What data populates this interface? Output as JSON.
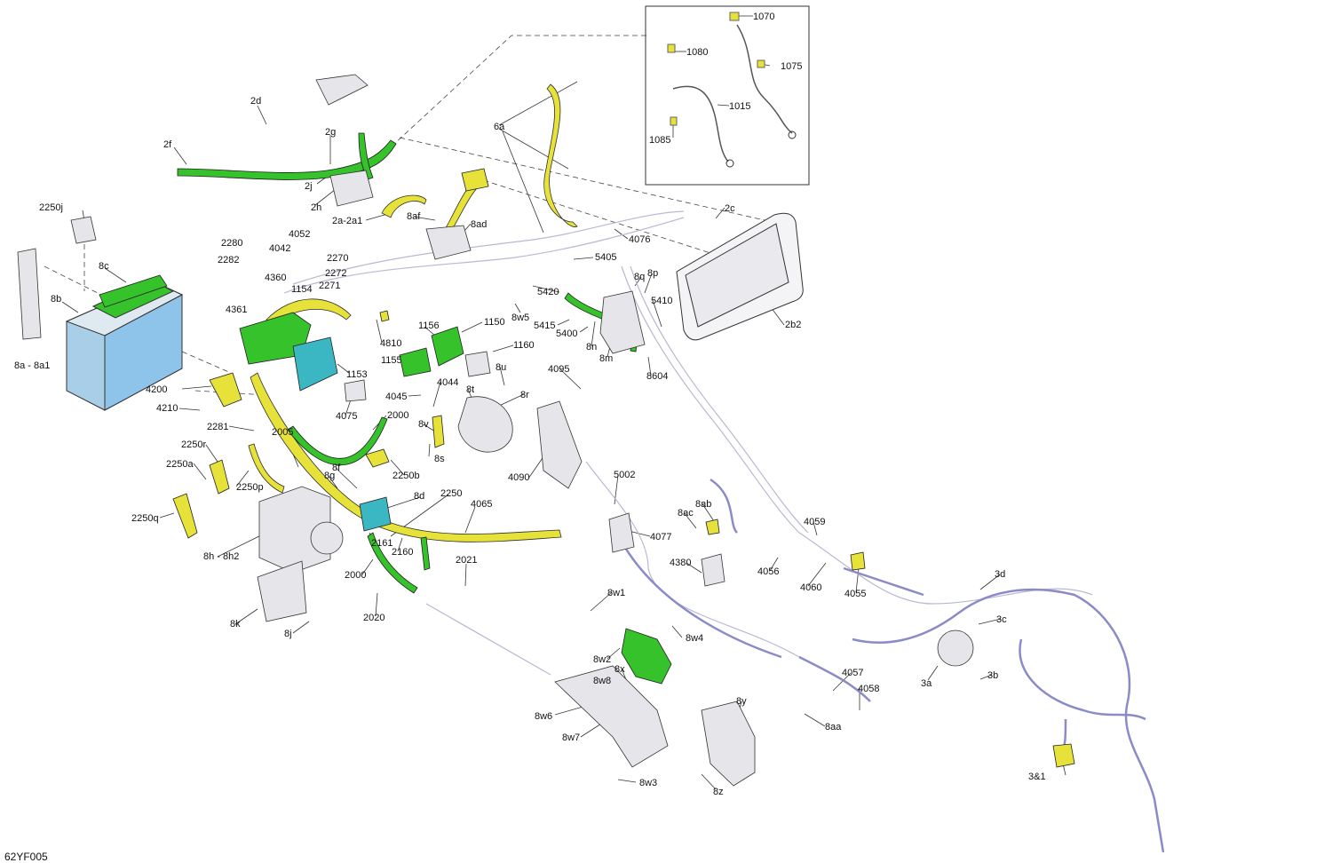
{
  "drawing_id": "62YF005",
  "colors": {
    "green": "#35c22a",
    "yellow": "#e7e23a",
    "blue": "#8fc4ea",
    "teal": "#3bb7c4",
    "harness": "#8a8bc7",
    "line": "#333333"
  },
  "callouts": [
    "2d",
    "2f",
    "2g",
    "2j",
    "2h",
    "2250j",
    "8c",
    "8b",
    "8a - 8a1",
    "2280",
    "2282",
    "4052",
    "4042",
    "2270",
    "2272",
    "2271",
    "4360",
    "1154",
    "4361",
    "8af",
    "2a-2a1",
    "8ad",
    "6a",
    "1070",
    "1080",
    "1075",
    "1015",
    "1085",
    "2c",
    "4076",
    "5405",
    "5420",
    "8w5",
    "8q",
    "8p",
    "5410",
    "5415",
    "5400",
    "8n",
    "8m",
    "8604",
    "2b2",
    "4810",
    "1156",
    "1150",
    "1155",
    "1160",
    "1153",
    "4045",
    "4044",
    "8u",
    "8t",
    "8r",
    "4095",
    "4075",
    "2000",
    "4200",
    "4210",
    "2281",
    "2005",
    "8v",
    "2250r",
    "2250a",
    "2250b",
    "8s",
    "8f",
    "8g",
    "8d",
    "2250p",
    "2250",
    "4065",
    "2250q",
    "8h - 8h2",
    "2161",
    "2160",
    "2000",
    "2021",
    "4090",
    "5002",
    "8ab",
    "8ac",
    "4077",
    "4380",
    "4059",
    "4056",
    "4060",
    "4055",
    "3d",
    "3c",
    "3a",
    "3b",
    "3&1",
    "8k",
    "8j",
    "2020",
    "8w1",
    "8w4",
    "8w2",
    "8w8",
    "8x",
    "8w6",
    "8w7",
    "8w3",
    "4057",
    "4058",
    "8y",
    "8aa",
    "8z"
  ]
}
